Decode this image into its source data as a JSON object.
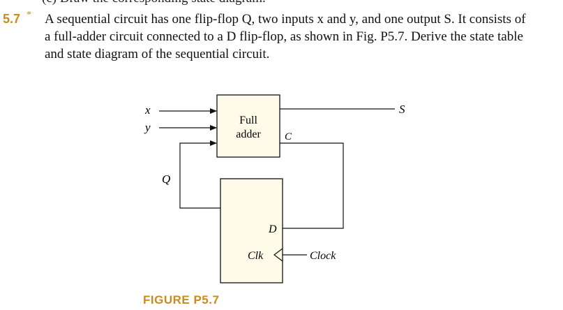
{
  "problem": {
    "cut_line": "(c)  Draw the corresponding state diagram.",
    "number": "5.7",
    "star": "*",
    "lines": [
      "A sequential circuit has one flip-flop Q, two inputs x and y, and one output S. It consists of",
      "a full-adder circuit connected to a D flip-flop, as shown in Fig. P5.7. Derive the state table",
      "and state diagram of the sequential circuit."
    ]
  },
  "figure": {
    "caption": "FIGURE P5.7",
    "labels": {
      "x": "x",
      "y": "y",
      "q": "Q",
      "s": "S",
      "full": "Full",
      "adder": "adder",
      "c": "C",
      "d": "D",
      "clk": "Clk",
      "clock": "Clock"
    }
  }
}
